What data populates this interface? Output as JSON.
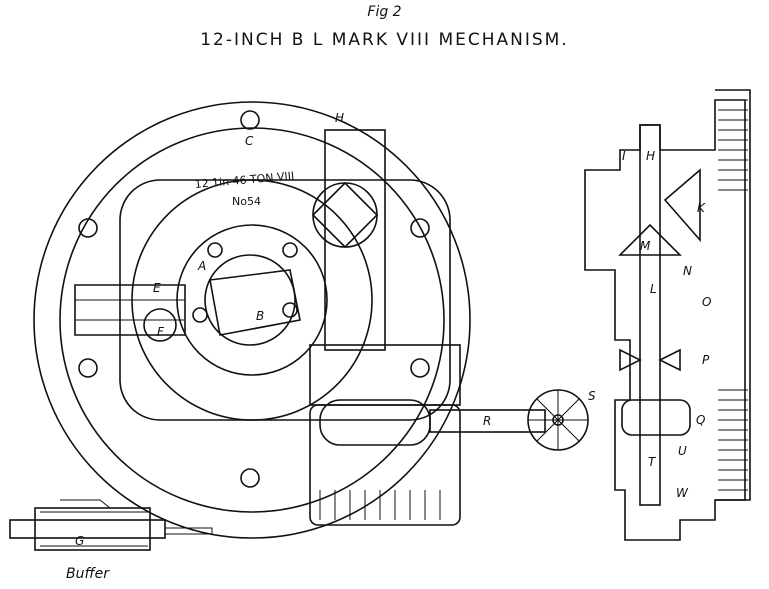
{
  "caption": {
    "fig": "Fig 2",
    "title": "12-INCH B L MARK VIII MECHANISM."
  },
  "engraving": {
    "line1": "12 1in 46 TON VIII",
    "line2": "No54"
  },
  "front_view_labels": [
    "H",
    "C",
    "E",
    "A",
    "F",
    "B",
    "R",
    "S"
  ],
  "side_view_labels": [
    "I",
    "H",
    "K",
    "M",
    "N",
    "L",
    "O",
    "P",
    "Q",
    "T",
    "U",
    "W"
  ],
  "buffer": {
    "label": "G",
    "caption": "Buffer"
  }
}
